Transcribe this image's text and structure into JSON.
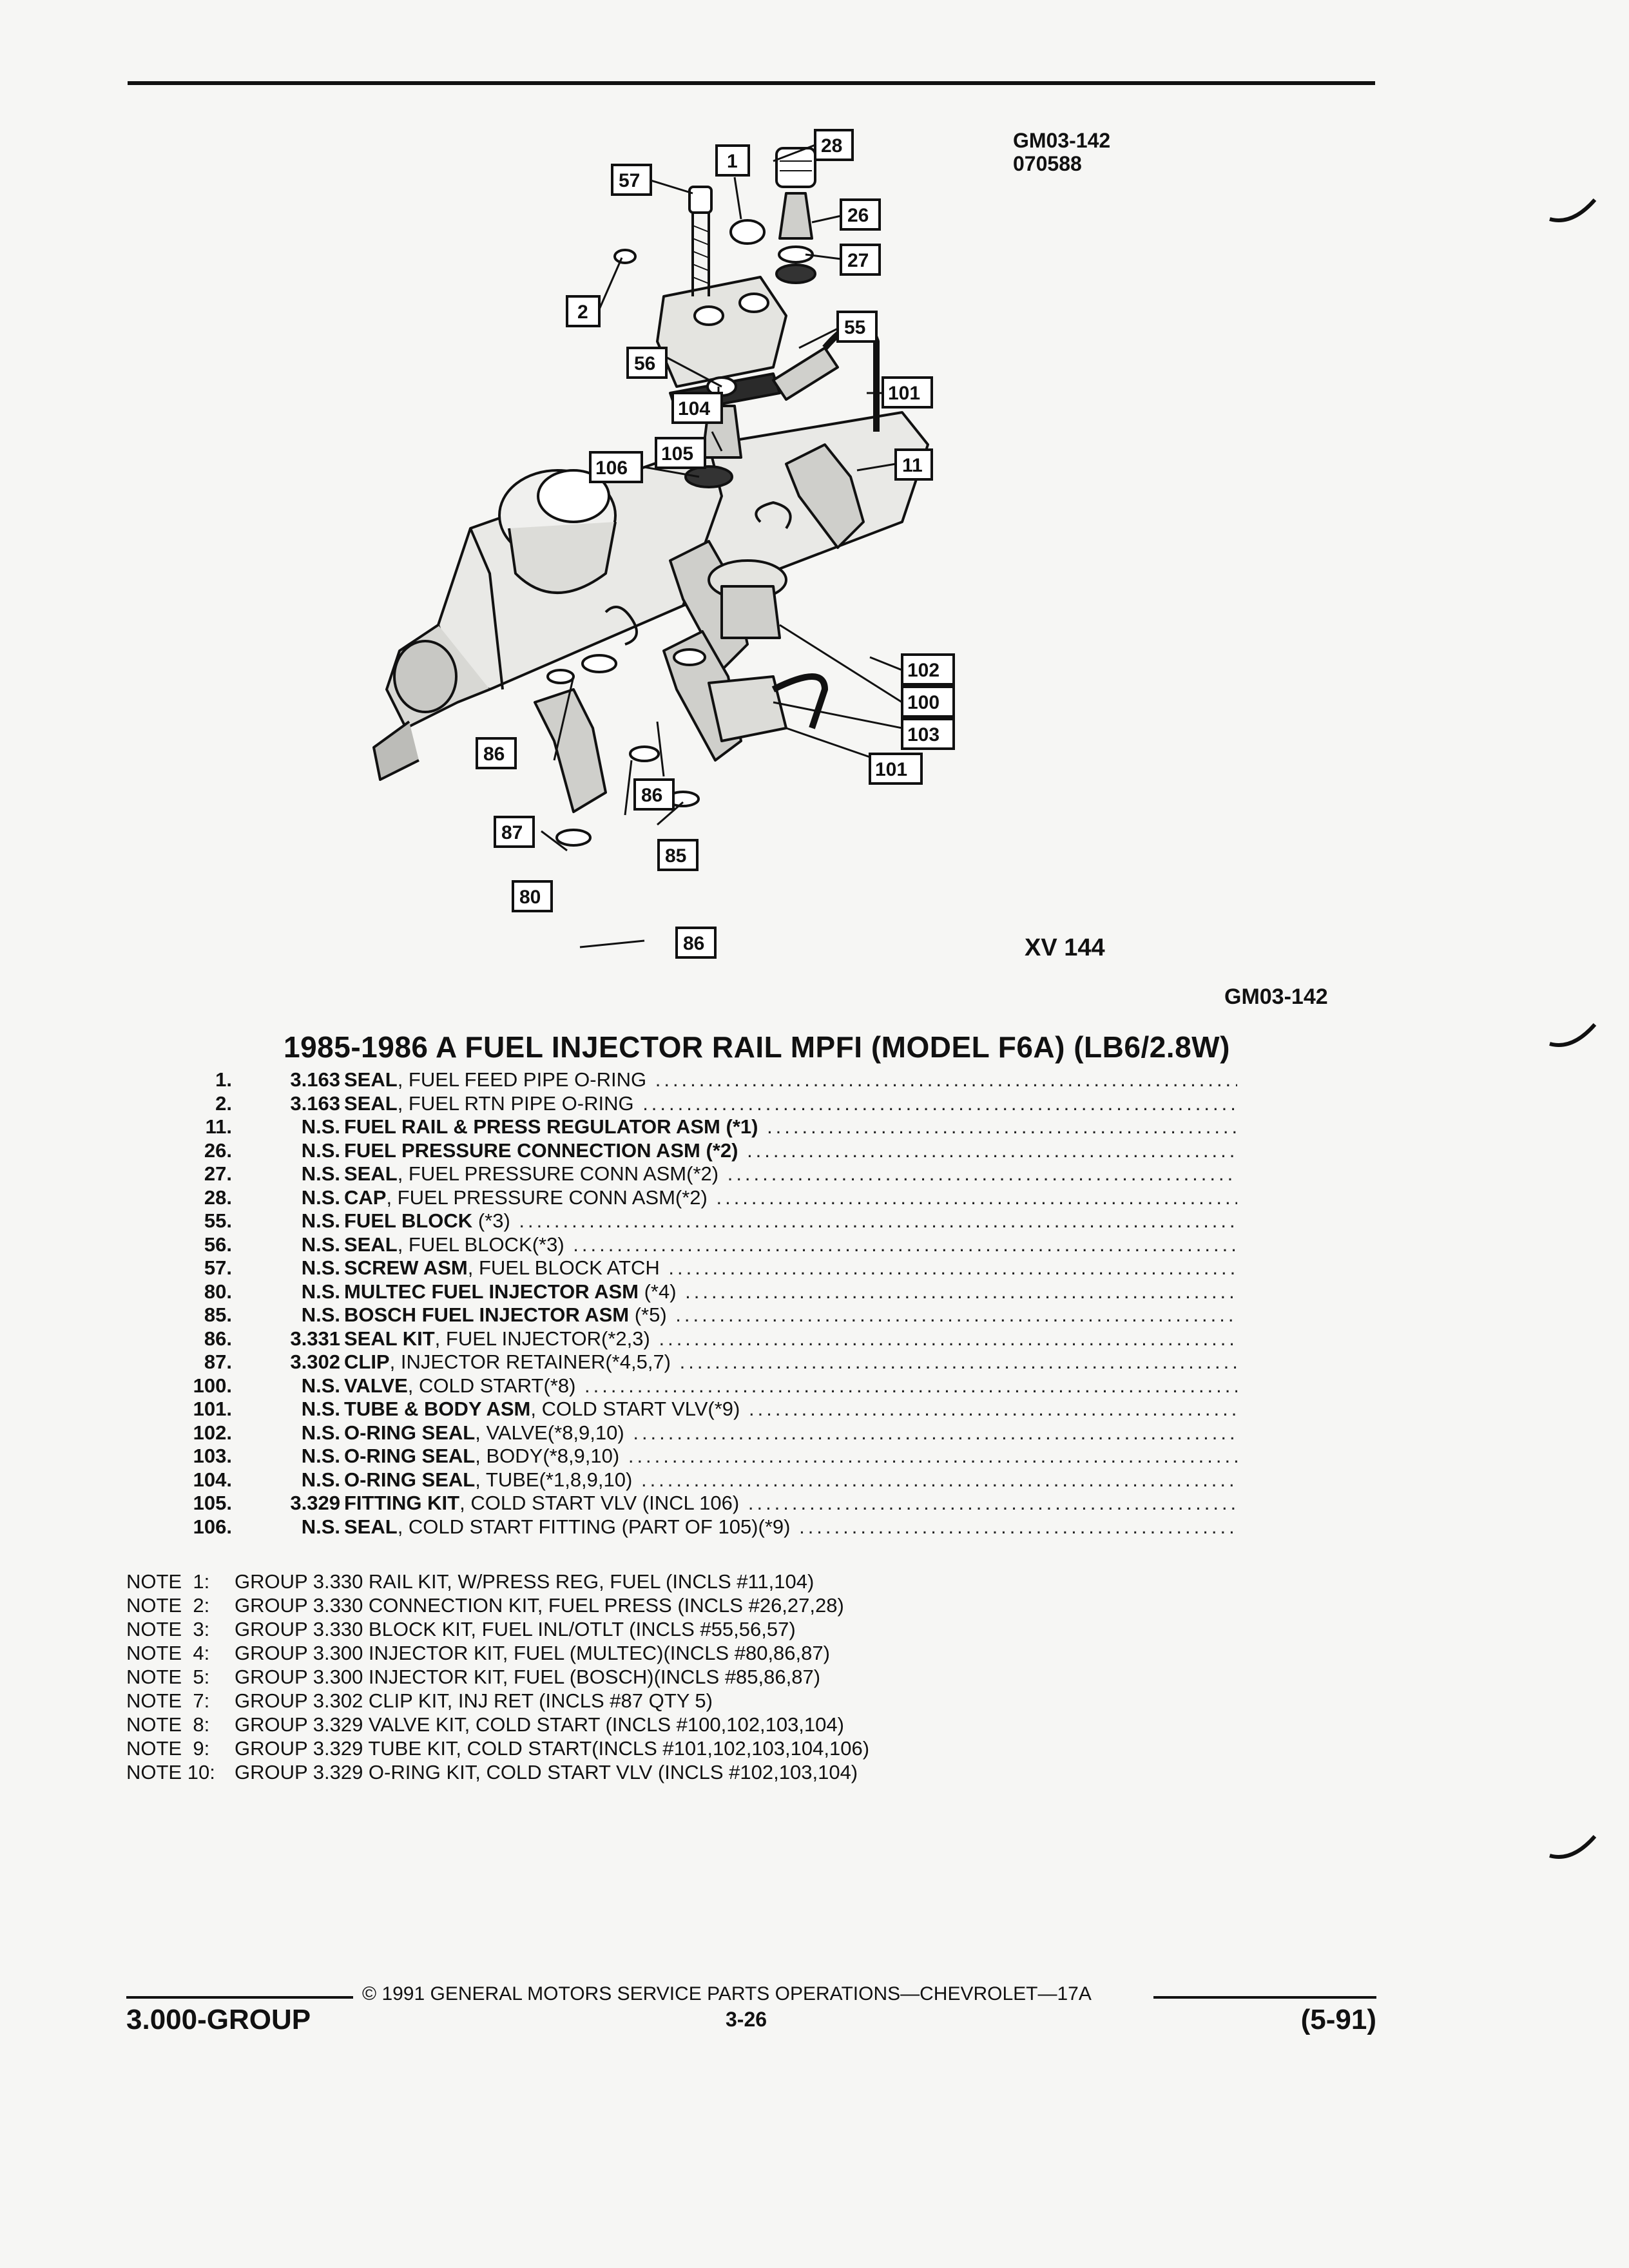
{
  "figure": {
    "id_line1": "GM03-142",
    "id_line2": "070588",
    "xv_label": "XV 144",
    "id_right": "GM03-142",
    "callouts": [
      "28",
      "1",
      "57",
      "26",
      "27",
      "2",
      "55",
      "56",
      "101",
      "104",
      "105",
      "11",
      "106",
      "102",
      "100",
      "103",
      "101",
      "86",
      "86",
      "87",
      "85",
      "80",
      "86"
    ]
  },
  "title": "1985-1986 A FUEL INJECTOR RAIL MPFI (MODEL F6A) (LB6/2.8W)",
  "parts": [
    {
      "ref": "1.",
      "group": "3.163",
      "name": "SEAL",
      "desc": ", FUEL FEED PIPE O-RING"
    },
    {
      "ref": "2.",
      "group": "3.163",
      "name": "SEAL",
      "desc": ", FUEL RTN PIPE O-RING"
    },
    {
      "ref": "11.",
      "group": "N.S.",
      "name": "FUEL RAIL & PRESS REGULATOR ASM (*1)",
      "desc": ""
    },
    {
      "ref": "26.",
      "group": "N.S.",
      "name": "FUEL PRESSURE CONNECTION ASM (*2)",
      "desc": ""
    },
    {
      "ref": "27.",
      "group": "N.S.",
      "name": "SEAL",
      "desc": ", FUEL PRESSURE CONN ASM(*2)"
    },
    {
      "ref": "28.",
      "group": "N.S.",
      "name": "CAP",
      "desc": ", FUEL PRESSURE CONN ASM(*2)"
    },
    {
      "ref": "55.",
      "group": "N.S.",
      "name": "FUEL BLOCK",
      "desc": " (*3)"
    },
    {
      "ref": "56.",
      "group": "N.S.",
      "name": "SEAL",
      "desc": ", FUEL BLOCK(*3)"
    },
    {
      "ref": "57.",
      "group": "N.S.",
      "name": "SCREW ASM",
      "desc": ", FUEL BLOCK ATCH"
    },
    {
      "ref": "80.",
      "group": "N.S.",
      "name": "MULTEC FUEL INJECTOR ASM",
      "desc": " (*4)"
    },
    {
      "ref": "85.",
      "group": "N.S.",
      "name": "BOSCH FUEL INJECTOR ASM",
      "desc": " (*5)"
    },
    {
      "ref": "86.",
      "group": "3.331",
      "name": "SEAL KIT",
      "desc": ", FUEL INJECTOR(*2,3)"
    },
    {
      "ref": "87.",
      "group": "3.302",
      "name": "CLIP",
      "desc": ", INJECTOR RETAINER(*4,5,7)"
    },
    {
      "ref": "100.",
      "group": "N.S.",
      "name": "VALVE",
      "desc": ", COLD START(*8)"
    },
    {
      "ref": "101.",
      "group": "N.S.",
      "name": "TUBE & BODY ASM",
      "desc": ", COLD START VLV(*9)"
    },
    {
      "ref": "102.",
      "group": "N.S.",
      "name": "O-RING SEAL",
      "desc": ", VALVE(*8,9,10)"
    },
    {
      "ref": "103.",
      "group": "N.S.",
      "name": "O-RING SEAL",
      "desc": ", BODY(*8,9,10)"
    },
    {
      "ref": "104.",
      "group": "N.S.",
      "name": "O-RING SEAL",
      "desc": ", TUBE(*1,8,9,10)"
    },
    {
      "ref": "105.",
      "group": "3.329",
      "name": "FITTING KIT",
      "desc": ", COLD START VLV (INCL 106)"
    },
    {
      "ref": "106.",
      "group": "N.S.",
      "name": "SEAL",
      "desc": ", COLD START FITTING (PART OF 105)(*9)"
    }
  ],
  "notes": [
    {
      "label": "NOTE  1:",
      "text": "GROUP 3.330 RAIL KIT, W/PRESS REG, FUEL (INCLS #11,104)"
    },
    {
      "label": "NOTE  2:",
      "text": "GROUP 3.330 CONNECTION KIT, FUEL PRESS (INCLS #26,27,28)"
    },
    {
      "label": "NOTE  3:",
      "text": "GROUP 3.330 BLOCK KIT, FUEL INL/OTLT (INCLS #55,56,57)"
    },
    {
      "label": "NOTE  4:",
      "text": "GROUP 3.300 INJECTOR KIT, FUEL (MULTEC)(INCLS #80,86,87)"
    },
    {
      "label": "NOTE  5:",
      "text": "GROUP 3.300 INJECTOR KIT, FUEL (BOSCH)(INCLS #85,86,87)"
    },
    {
      "label": "NOTE  7:",
      "text": "GROUP 3.302 CLIP KIT, INJ RET (INCLS #87 QTY 5)"
    },
    {
      "label": "NOTE  8:",
      "text": "GROUP 3.329 VALVE KIT, COLD START (INCLS #100,102,103,104)"
    },
    {
      "label": "NOTE  9:",
      "text": "GROUP 3.329 TUBE KIT, COLD START(INCLS #101,102,103,104,106)"
    },
    {
      "label": "NOTE 10:",
      "text": "GROUP 3.329 O-RING KIT, COLD START VLV (INCLS #102,103,104)"
    }
  ],
  "footer": {
    "copyright": "© 1991 GENERAL MOTORS SERVICE PARTS OPERATIONS—CHEVROLET—17A",
    "group": "3.000-GROUP",
    "page": "3-26",
    "date": "(5-91)"
  }
}
